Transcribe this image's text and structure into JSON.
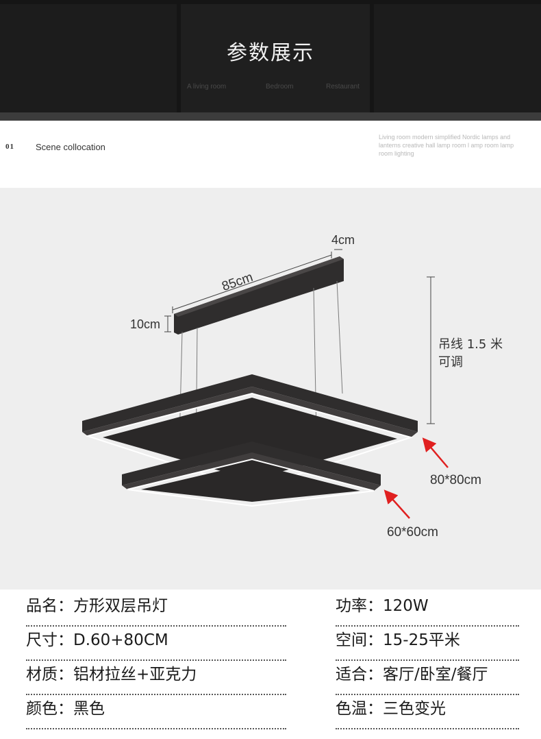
{
  "banner": {
    "title": "参数展示",
    "rooms": [
      "A living room",
      "Bedroom",
      "Restaurant"
    ]
  },
  "scene": {
    "index": "01",
    "label": "Scene collocation",
    "description": "Living room modern simplified Nordic lamps and lanterns creative hall lamp room l amp room lamp room lighting"
  },
  "diagram": {
    "width_label": "85cm",
    "depth_label": "4cm",
    "height_label": "10cm",
    "cable_label_line1": "吊线 1.5 米",
    "cable_label_line2": "可调",
    "outer_size": "80*80cm",
    "inner_size": "60*60cm",
    "colors": {
      "lamp": "#2f2d2d",
      "arrow": "#e02020",
      "background": "#eeeeee"
    }
  },
  "specs": {
    "left": [
      {
        "key": "品名",
        "value": "方形双层吊灯"
      },
      {
        "key": "尺寸",
        "value": "D.60+80CM"
      },
      {
        "key": "材质",
        "value": "铝材拉丝+亚克力"
      },
      {
        "key": "颜色",
        "value": "黑色"
      }
    ],
    "right": [
      {
        "key": "功率",
        "value": "120W"
      },
      {
        "key": "空间",
        "value": "15-25平米"
      },
      {
        "key": "适合",
        "value": "客厅/卧室/餐厅"
      },
      {
        "key": "色温",
        "value": "三色变光"
      }
    ],
    "separator": "："
  }
}
